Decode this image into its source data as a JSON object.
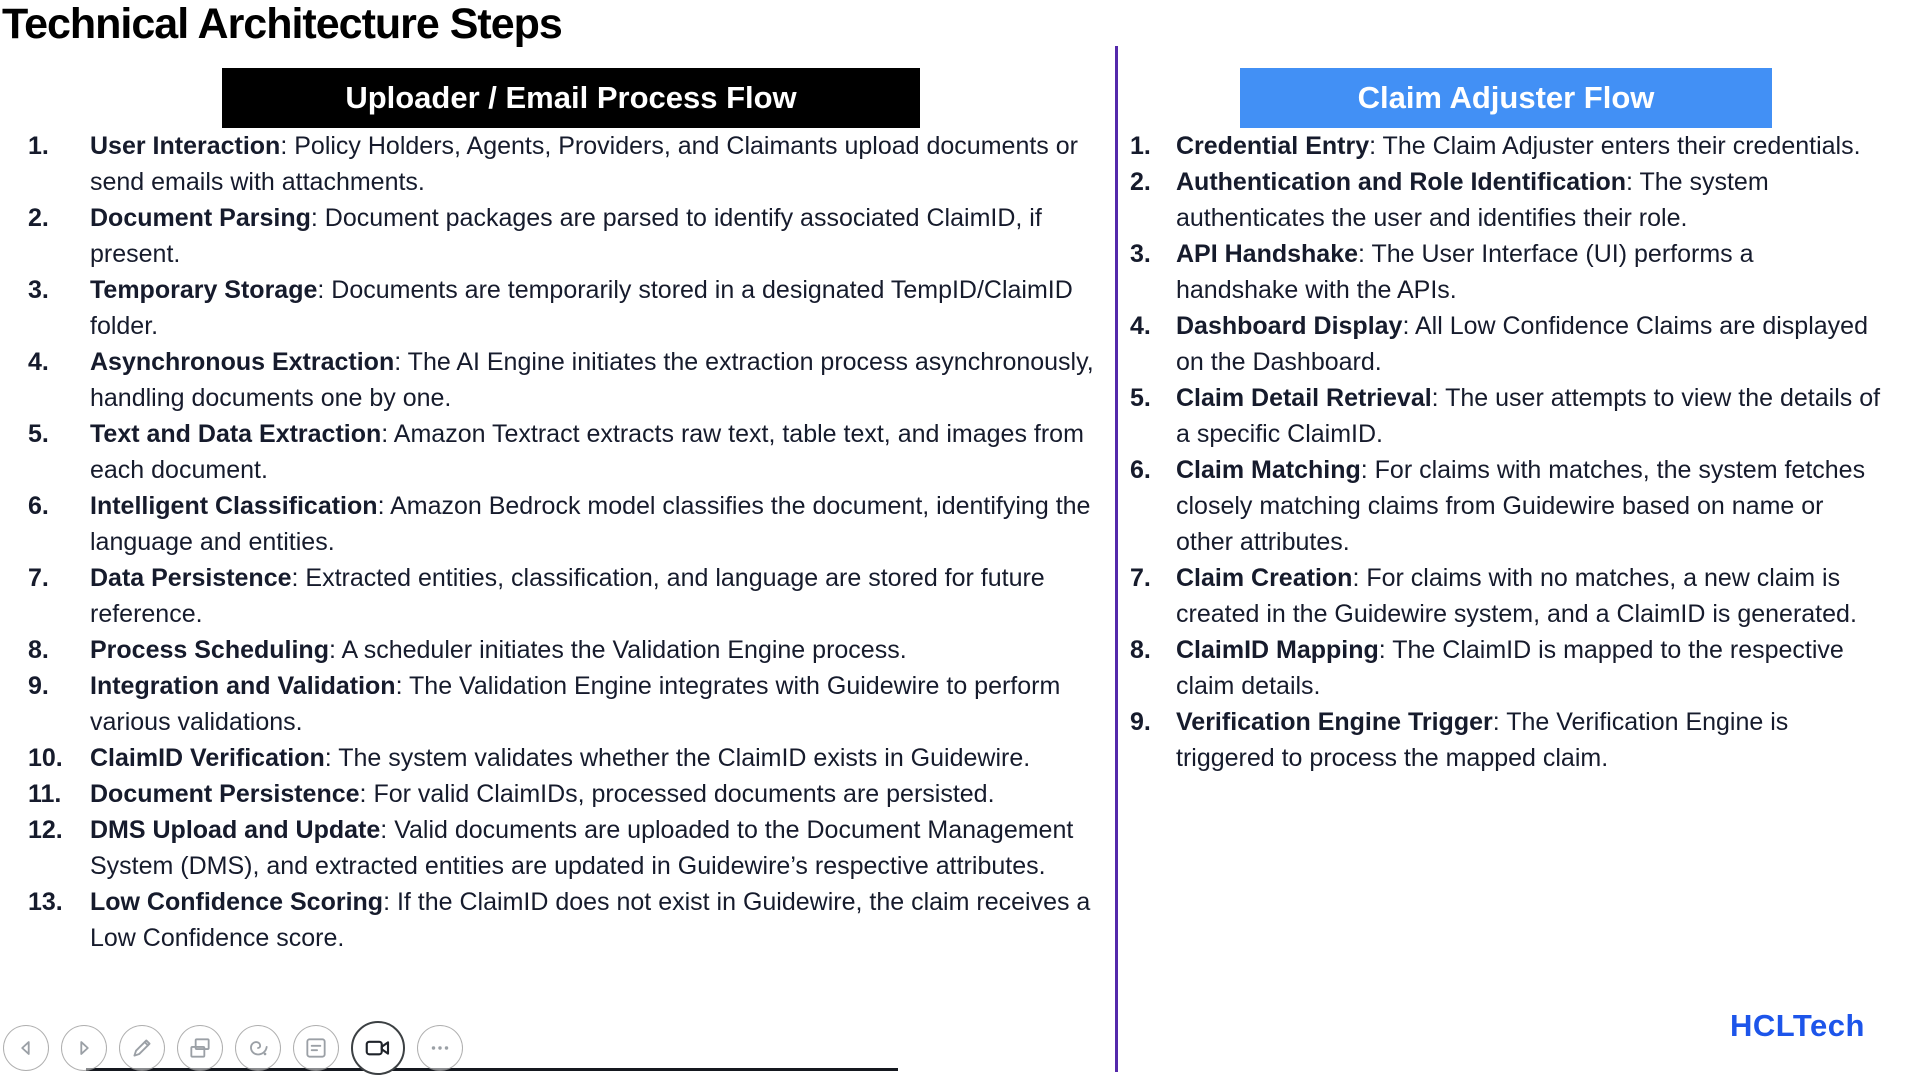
{
  "title": "Technical Architecture Steps",
  "colors": {
    "accent-blue": "#4290F5",
    "header-black": "#000000",
    "divider-purple": "#5429AB",
    "logo-blue": "#1D55EA",
    "text-dark": "#161B2C"
  },
  "left_flow": {
    "header": "Uploader / Email Process Flow",
    "items": [
      {
        "number": "1.",
        "term": "User Interaction",
        "desc": ": Policy Holders, Agents, Providers, and Claimants upload documents or send emails with attachments."
      },
      {
        "number": "2.",
        "term": "Document Parsing",
        "desc": ": Document packages are parsed to identify associated ClaimID, if present."
      },
      {
        "number": "3.",
        "term": "Temporary Storage",
        "desc": ": Documents are temporarily stored in a designated TempID/ClaimID folder."
      },
      {
        "number": "4.",
        "term": "Asynchronous Extraction",
        "desc": ": The AI Engine initiates the extraction process asynchronously, handling documents one by one."
      },
      {
        "number": "5.",
        "term": "Text and Data Extraction",
        "desc": ": Amazon Textract extracts raw text, table text, and images from each document."
      },
      {
        "number": "6.",
        "term": "Intelligent Classification",
        "desc": ": Amazon Bedrock model classifies the document, identifying the language and entities."
      },
      {
        "number": "7.",
        "term": "Data Persistence",
        "desc": ": Extracted entities, classification, and language are stored for future reference."
      },
      {
        "number": "8.",
        "term": "Process Scheduling",
        "desc": ": A scheduler initiates the Validation Engine process."
      },
      {
        "number": "9.",
        "term": "Integration and Validation",
        "desc": ": The Validation Engine integrates with Guidewire to perform various validations."
      },
      {
        "number": "10.",
        "term": "ClaimID Verification",
        "desc": ": The system validates whether the ClaimID exists in Guidewire."
      },
      {
        "number": "11.",
        "term": "Document Persistence",
        "desc": ": For valid ClaimIDs, processed documents are persisted."
      },
      {
        "number": "12.",
        "term": "DMS Upload and Update",
        "desc": ": Valid documents are uploaded to the Document Management System (DMS), and extracted entities are updated in Guidewire’s respective attributes."
      },
      {
        "number": "13.",
        "term": "Low Confidence Scoring",
        "desc": ": If the ClaimID does not exist in Guidewire, the claim receives a Low Confidence score."
      }
    ]
  },
  "right_flow": {
    "header": "Claim Adjuster Flow",
    "items": [
      {
        "number": "1.",
        "term": "Credential Entry",
        "desc": ": The Claim Adjuster enters their credentials."
      },
      {
        "number": "2.",
        "term": "Authentication and Role Identification",
        "desc": ": The system authenticates the user and identifies their role."
      },
      {
        "number": "3.",
        "term": "API Handshake",
        "desc": ": The User Interface (UI) performs a handshake with the APIs."
      },
      {
        "number": "4.",
        "term": "Dashboard Display",
        "desc": ": All Low Confidence Claims are displayed on the Dashboard."
      },
      {
        "number": "5.",
        "term": "Claim Detail Retrieval",
        "desc": ": The user attempts to view the details of a specific ClaimID."
      },
      {
        "number": "6.",
        "term": "Claim Matching",
        "desc": ": For claims with matches, the system fetches closely matching claims from Guidewire based on name or other attributes."
      },
      {
        "number": "7.",
        "term": "Claim Creation",
        "desc": ": For claims with no matches, a new claim is created in the Guidewire system, and a ClaimID is generated."
      },
      {
        "number": "8.",
        "term": "ClaimID Mapping",
        "desc": ": The ClaimID is mapped to the respective claim details."
      },
      {
        "number": "9.",
        "term": "Verification Engine Trigger",
        "desc": ": The Verification Engine is triggered to process the mapped claim."
      }
    ]
  },
  "logo_text": "HCLTech",
  "presenter_controls": [
    {
      "label": "previous-slide",
      "icon": "chevron-left-icon"
    },
    {
      "label": "next-slide",
      "icon": "chevron-right-icon"
    },
    {
      "label": "draw",
      "icon": "pen-icon"
    },
    {
      "label": "slide-grid",
      "icon": "grid-icon"
    },
    {
      "label": "laser-pointer",
      "icon": "spiral-icon"
    },
    {
      "label": "speaker-notes",
      "icon": "notes-icon"
    },
    {
      "label": "camera",
      "icon": "camera-icon",
      "active": true
    },
    {
      "label": "more-options",
      "icon": "ellipsis-icon"
    }
  ]
}
